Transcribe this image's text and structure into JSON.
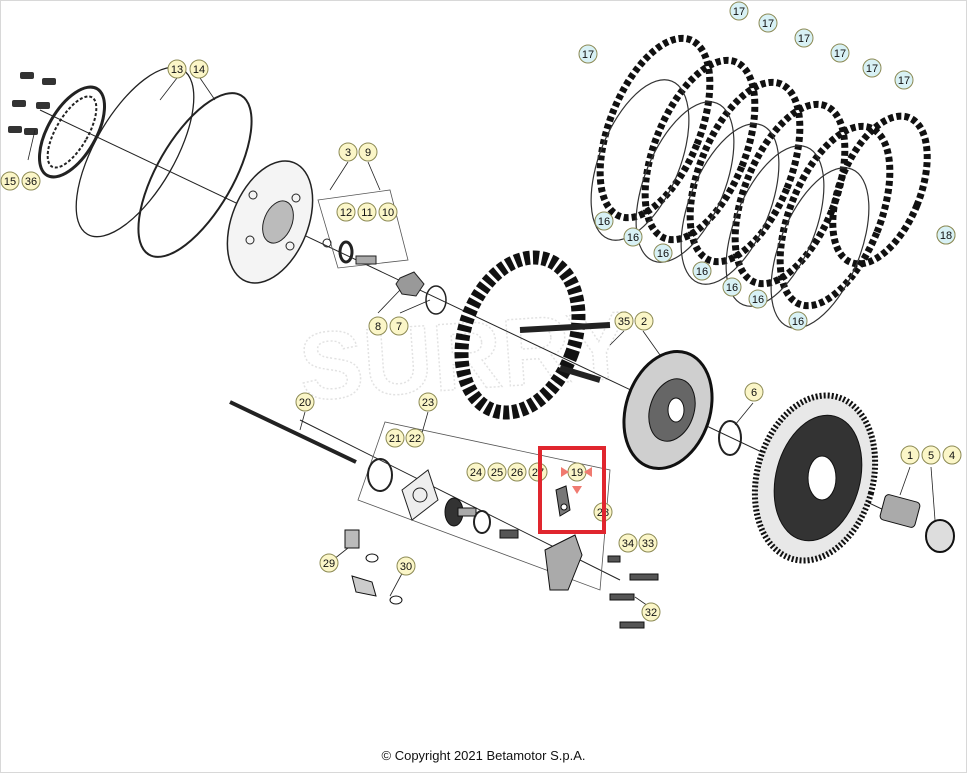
{
  "diagram": {
    "watermark": "SURRY",
    "highlighted_part": "19",
    "highlight_color": "#e0262e",
    "callout_fill_yellow": "#fbf6c8",
    "callout_fill_cyan": "#d8f1f5",
    "callout_stroke": "#8c8a55",
    "callouts": [
      {
        "label": "13",
        "color": "yellow"
      },
      {
        "label": "14",
        "color": "yellow"
      },
      {
        "label": "15",
        "color": "yellow"
      },
      {
        "label": "36",
        "color": "yellow"
      },
      {
        "label": "3",
        "color": "yellow"
      },
      {
        "label": "9",
        "color": "yellow"
      },
      {
        "label": "12",
        "color": "yellow"
      },
      {
        "label": "11",
        "color": "yellow"
      },
      {
        "label": "10",
        "color": "yellow"
      },
      {
        "label": "8",
        "color": "yellow"
      },
      {
        "label": "7",
        "color": "yellow"
      },
      {
        "label": "35",
        "color": "yellow"
      },
      {
        "label": "2",
        "color": "yellow"
      },
      {
        "label": "6",
        "color": "yellow"
      },
      {
        "label": "20",
        "color": "yellow"
      },
      {
        "label": "23",
        "color": "yellow"
      },
      {
        "label": "21",
        "color": "yellow"
      },
      {
        "label": "22",
        "color": "yellow"
      },
      {
        "label": "24",
        "color": "yellow"
      },
      {
        "label": "25",
        "color": "yellow"
      },
      {
        "label": "26",
        "color": "yellow"
      },
      {
        "label": "27",
        "color": "yellow"
      },
      {
        "label": "19",
        "color": "yellow"
      },
      {
        "label": "28",
        "color": "yellow"
      },
      {
        "label": "34",
        "color": "yellow"
      },
      {
        "label": "33",
        "color": "yellow"
      },
      {
        "label": "29",
        "color": "yellow"
      },
      {
        "label": "30",
        "color": "yellow"
      },
      {
        "label": "32",
        "color": "yellow"
      },
      {
        "label": "1",
        "color": "yellow"
      },
      {
        "label": "5",
        "color": "yellow"
      },
      {
        "label": "4",
        "color": "yellow"
      },
      {
        "label": "17",
        "color": "cyan"
      },
      {
        "label": "17",
        "color": "cyan"
      },
      {
        "label": "17",
        "color": "cyan"
      },
      {
        "label": "17",
        "color": "cyan"
      },
      {
        "label": "17",
        "color": "cyan"
      },
      {
        "label": "17",
        "color": "cyan"
      },
      {
        "label": "17",
        "color": "cyan"
      },
      {
        "label": "18",
        "color": "cyan"
      },
      {
        "label": "18",
        "color": "cyan"
      },
      {
        "label": "16",
        "color": "cyan"
      },
      {
        "label": "16",
        "color": "cyan"
      },
      {
        "label": "16",
        "color": "cyan"
      },
      {
        "label": "16",
        "color": "cyan"
      },
      {
        "label": "16",
        "color": "cyan"
      },
      {
        "label": "16",
        "color": "cyan"
      },
      {
        "label": "16",
        "color": "cyan"
      }
    ]
  },
  "footer": {
    "copyright": "© Copyright 2021 Betamotor S.p.A."
  }
}
